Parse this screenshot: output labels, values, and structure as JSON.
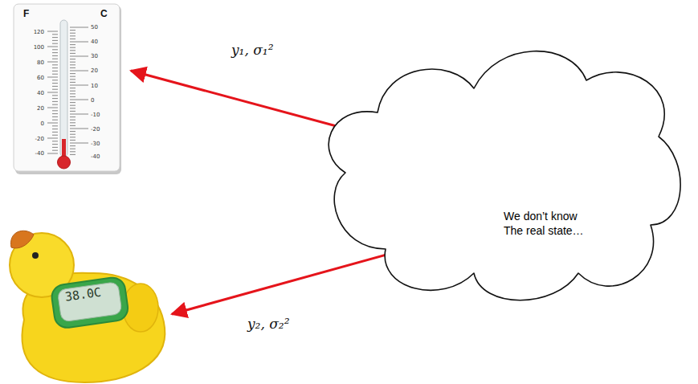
{
  "diagram": {
    "nodes": [
      {
        "text": [
          "F",
          "C",
          "120",
          "100",
          "80",
          "60",
          "40",
          "20",
          "0",
          "-20",
          "-40",
          "50",
          "40",
          "30",
          "20",
          "10",
          "0",
          "-10",
          "-20",
          "-30",
          "-40"
        ]
      },
      {
        "text": [
          "We don’t know The real state…"
        ]
      },
      {
        "text": [
          "38.0C"
        ]
      }
    ],
    "edges": [
      {
        "from": 1,
        "to": 0,
        "arrow": "to",
        "label": "y₁, σ₁²"
      },
      {
        "from": 1,
        "to": 2,
        "arrow": "to",
        "label": "y₂, σ₂²"
      }
    ]
  }
}
